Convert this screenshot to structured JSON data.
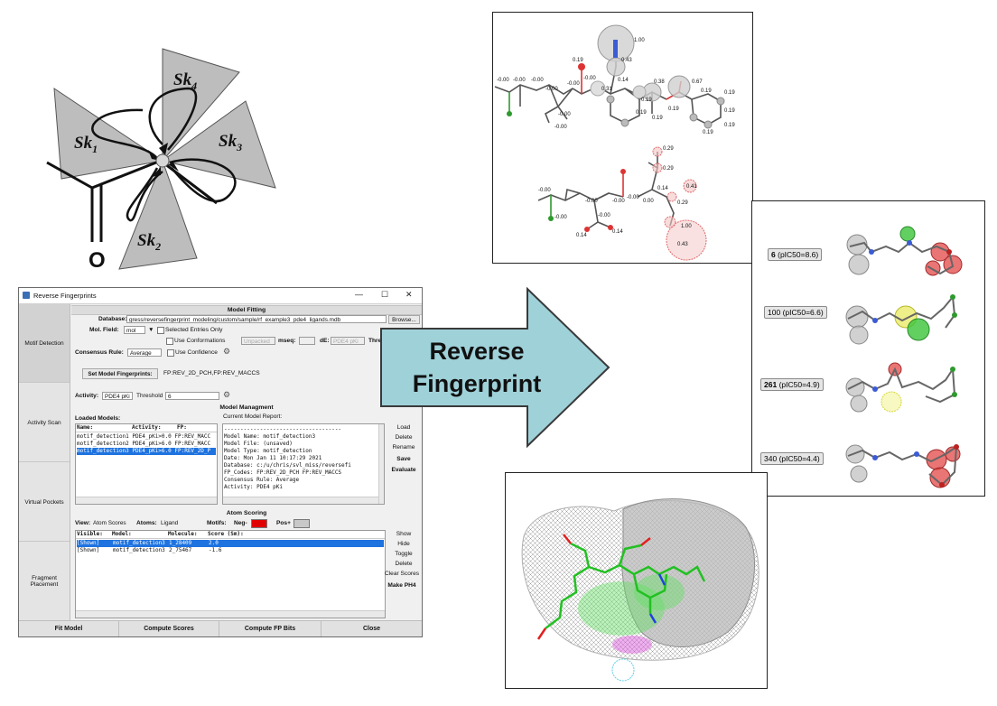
{
  "sketch": {
    "labels": [
      "Sk",
      "Sk",
      "Sk",
      "Sk"
    ],
    "subscripts": [
      "1",
      "2",
      "3",
      "4"
    ],
    "oxygen": "O"
  },
  "arrow": {
    "line1": "Reverse",
    "line2": "Fingerprint",
    "color": "#9fd1d9"
  },
  "window": {
    "title": "Reverse Fingerprints",
    "controls": {
      "minimize": "—",
      "maximize": "☐",
      "close": "✕"
    },
    "nav": [
      "Motif Detection",
      "Activity Scan",
      "Virtual Pockets",
      "Fragment Placement"
    ],
    "model_fitting": {
      "header": "Model Fitting",
      "database_label": "Database:",
      "database_value": "gress/reversefingerprint_modeling/custom/sample/rf_example3_pde4_ligands.mdb",
      "browse": "Browse...",
      "mol_field_label": "Mol. Field:",
      "mol_field_value": "mol",
      "selected_only": "Selected Entries Only",
      "use_conformations": "Use Conformations",
      "unpacked": "Unpacked",
      "mseq_label": "mseq:",
      "de_label": "dE:",
      "de_value": "PDE4 pKi",
      "threshold_label": "Threshold",
      "consensus_label": "Consensus Rule:",
      "consensus_value": "Average",
      "use_confidence": "Use Confidence",
      "set_fp_button": "Set Model Fingerprints:",
      "fp_value": "FP:REV_2D_PCH,FP:REV_MACCS"
    },
    "activity": {
      "label": "Activity:",
      "value": "PDE4 pKi",
      "threshold_label": "Threshold",
      "threshold_value": "6"
    },
    "model_mgmt": {
      "header": "Model Managment",
      "loaded_label": "Loaded Models:",
      "report_label": "Current Model Report:",
      "columns": [
        "Name:",
        "Activity:",
        "FP:"
      ],
      "rows": [
        "motif_detection1 PDE4_pKi>0.0 FP:REV_MACC",
        "motif_detection2 PDE4_pKi>6.0 FP:REV_MACC",
        "motif_detection3 PDE4_pKi>6.0 FP:REV_2D_P"
      ],
      "selected_row": 2,
      "report_lines": [
        "------------------------------------",
        "Model Name:     motif_detection3",
        "Model File:     (unsaved)",
        "Model Type:     motif_detection",
        "Date:           Mon Jan 11 10:17:29 2021",
        "Database:       c:/u/chris/svl_miss/reversefi",
        "FP_Codes:       FP:REV_2D_PCH FP:REV_MACCS",
        "Consensus Rule: Average",
        "Activity:       PDE4 pKi"
      ],
      "buttons": [
        "Load",
        "Delete",
        "Rename",
        "Save",
        "Evaluate"
      ]
    },
    "atom_scoring": {
      "header": "Atom Scoring",
      "view_label": "View:",
      "view_value": "Atom Scores",
      "atoms_label": "Atoms:",
      "atoms_value": "Ligand",
      "motifs_label": "Motifs:",
      "neg_label": "Neg-",
      "pos_label": "Pos+",
      "neg_color": "#e00000",
      "pos_color": "#c8c8c8",
      "columns": [
        "Visible:",
        "Model:",
        "Molecule:",
        "Score (Sm):"
      ],
      "rows": [
        [
          "[Shown]",
          "motif_detection3",
          "1_28409",
          "2.0"
        ],
        [
          "[Shown]",
          "motif_detection3",
          "2_75467",
          "-1.6"
        ]
      ],
      "buttons": [
        "Show",
        "Hide",
        "Toggle",
        "Delete",
        "Clear Scores",
        "Make PH4"
      ]
    },
    "bottom_buttons": [
      "Fit Model",
      "Compute Scores",
      "Compute FP Bits",
      "Close"
    ]
  },
  "top_molecule": {
    "labels": [
      "-0.00",
      "-0.00",
      "-0.00",
      "-0.00",
      "-0.00",
      "0.19",
      "-0.00",
      "0.31",
      "0.43",
      "1.00",
      "0.14",
      "0.38",
      "0.67",
      "0.19",
      "0.19",
      "0.19",
      "0.19",
      "0.19",
      "0.19",
      "0.19",
      "0.19",
      "0.19",
      "-0.00",
      "-0.00"
    ]
  },
  "bottom_molecule": {
    "labels": [
      "0.29",
      "0.29",
      "0.14",
      "0.41",
      "0.29",
      "1.00",
      "0.43",
      "-0.00",
      "-0.00",
      "-0.00",
      "-0.00",
      "-0.00",
      "0.14",
      "0.14",
      "-0.00",
      "0.00"
    ]
  },
  "right_panel": {
    "items": [
      {
        "id": "6",
        "activity": "(pIC50=8.6)"
      },
      {
        "id": "100",
        "activity": "(pIC50=6.6)"
      },
      {
        "id": "261",
        "activity": "(pIC50=4.9)"
      },
      {
        "id": "340",
        "activity": "(pIC50=4.4)"
      }
    ]
  }
}
